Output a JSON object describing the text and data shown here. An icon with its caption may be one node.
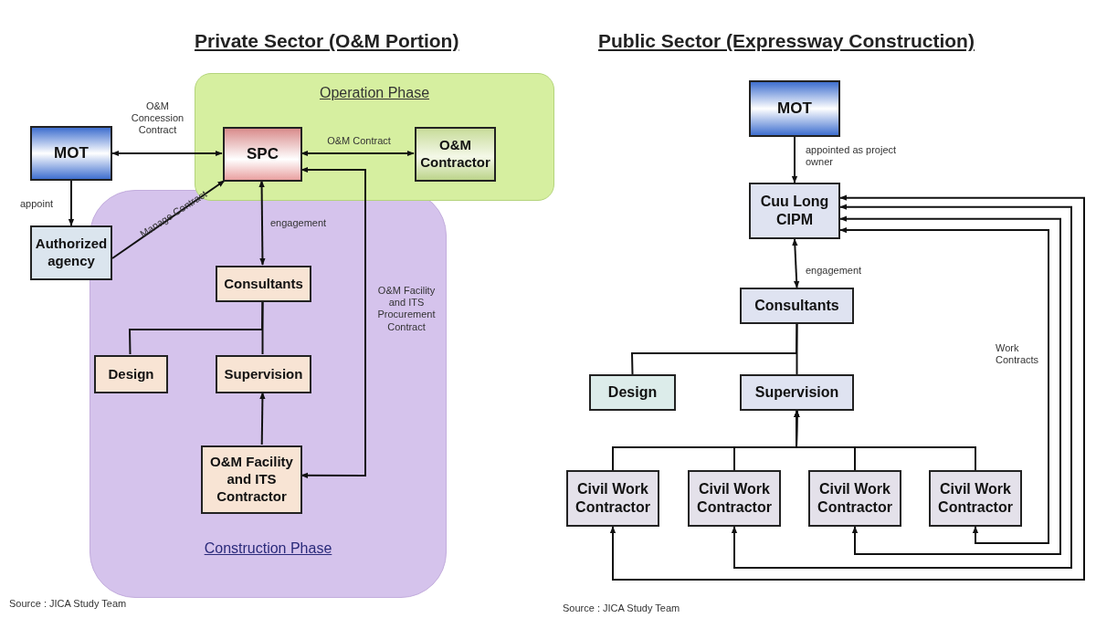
{
  "diagram": {
    "nodes": [
      {
        "text": [
          "Operation Phase"
        ]
      },
      {
        "text": [
          "Construction Phase"
        ]
      },
      {
        "text": [
          "MOT"
        ]
      },
      {
        "text": [
          "SPC"
        ],
        "in": 0
      },
      {
        "text": [
          "O&M Contractor"
        ],
        "in": 0
      },
      {
        "text": [
          "Authorized agency"
        ]
      },
      {
        "text": [
          "Consultants"
        ],
        "in": 1
      },
      {
        "text": [
          "Design"
        ],
        "in": 1
      },
      {
        "text": [
          "Supervision"
        ],
        "in": 1
      },
      {
        "text": [
          "O&M Facility and ITS Contractor"
        ],
        "in": 1
      },
      {
        "text": [
          "MOT"
        ]
      },
      {
        "text": [
          "Cuu Long CIPM"
        ]
      },
      {
        "text": [
          "Consultants"
        ]
      },
      {
        "text": [
          "Design"
        ]
      },
      {
        "text": [
          "Supervision"
        ]
      },
      {
        "text": [
          "Civil Work Contractor"
        ]
      },
      {
        "text": [
          "Civil Work Contractor"
        ]
      },
      {
        "text": [
          "Civil Work Contractor"
        ]
      },
      {
        "text": [
          "Civil Work Contractor"
        ]
      }
    ],
    "edges": [
      {
        "from": 2,
        "to": 3,
        "arrow": "both",
        "label": "O&M Concession Contract"
      },
      {
        "from": 3,
        "to": 4,
        "arrow": "both",
        "label": "O&M Contract"
      },
      {
        "from": 2,
        "to": 5,
        "arrow": "to",
        "label": "appoint"
      },
      {
        "from": 5,
        "to": 3,
        "arrow": "to",
        "label": "Manage Contract"
      },
      {
        "from": 3,
        "to": 6,
        "arrow": "both",
        "label": "engagement"
      },
      {
        "from": 6,
        "to": 7,
        "arrow": "none"
      },
      {
        "from": 6,
        "to": 8,
        "arrow": "none"
      },
      {
        "from": 9,
        "to": 8,
        "arrow": "to"
      },
      {
        "from": 3,
        "to": 9,
        "arrow": "both",
        "label": "O&M Facility and ITS Procurement Contract"
      },
      {
        "from": 10,
        "to": 11,
        "arrow": "to",
        "label": "appointed as project owner"
      },
      {
        "from": 11,
        "to": 12,
        "arrow": "both",
        "label": "engagement"
      },
      {
        "from": 12,
        "to": 13,
        "arrow": "none"
      },
      {
        "from": 12,
        "to": 14,
        "arrow": "none"
      },
      {
        "from": 15,
        "to": 14,
        "arrow": "to"
      },
      {
        "from": 16,
        "to": 14,
        "arrow": "to"
      },
      {
        "from": 17,
        "to": 14,
        "arrow": "to"
      },
      {
        "from": 18,
        "to": 14,
        "arrow": "to"
      },
      {
        "from": 11,
        "to": 15,
        "arrow": "both"
      },
      {
        "from": 11,
        "to": 16,
        "arrow": "both"
      },
      {
        "from": 11,
        "to": 17,
        "arrow": "both"
      },
      {
        "from": 11,
        "to": 18,
        "arrow": "both"
      }
    ],
    "labels": [
      "Private Sector (O&M Portion)",
      "Public Sector (Expressway Construction)",
      "Work Contracts",
      "Source : JICA Study Team",
      "Source : JICA Study Team"
    ]
  }
}
